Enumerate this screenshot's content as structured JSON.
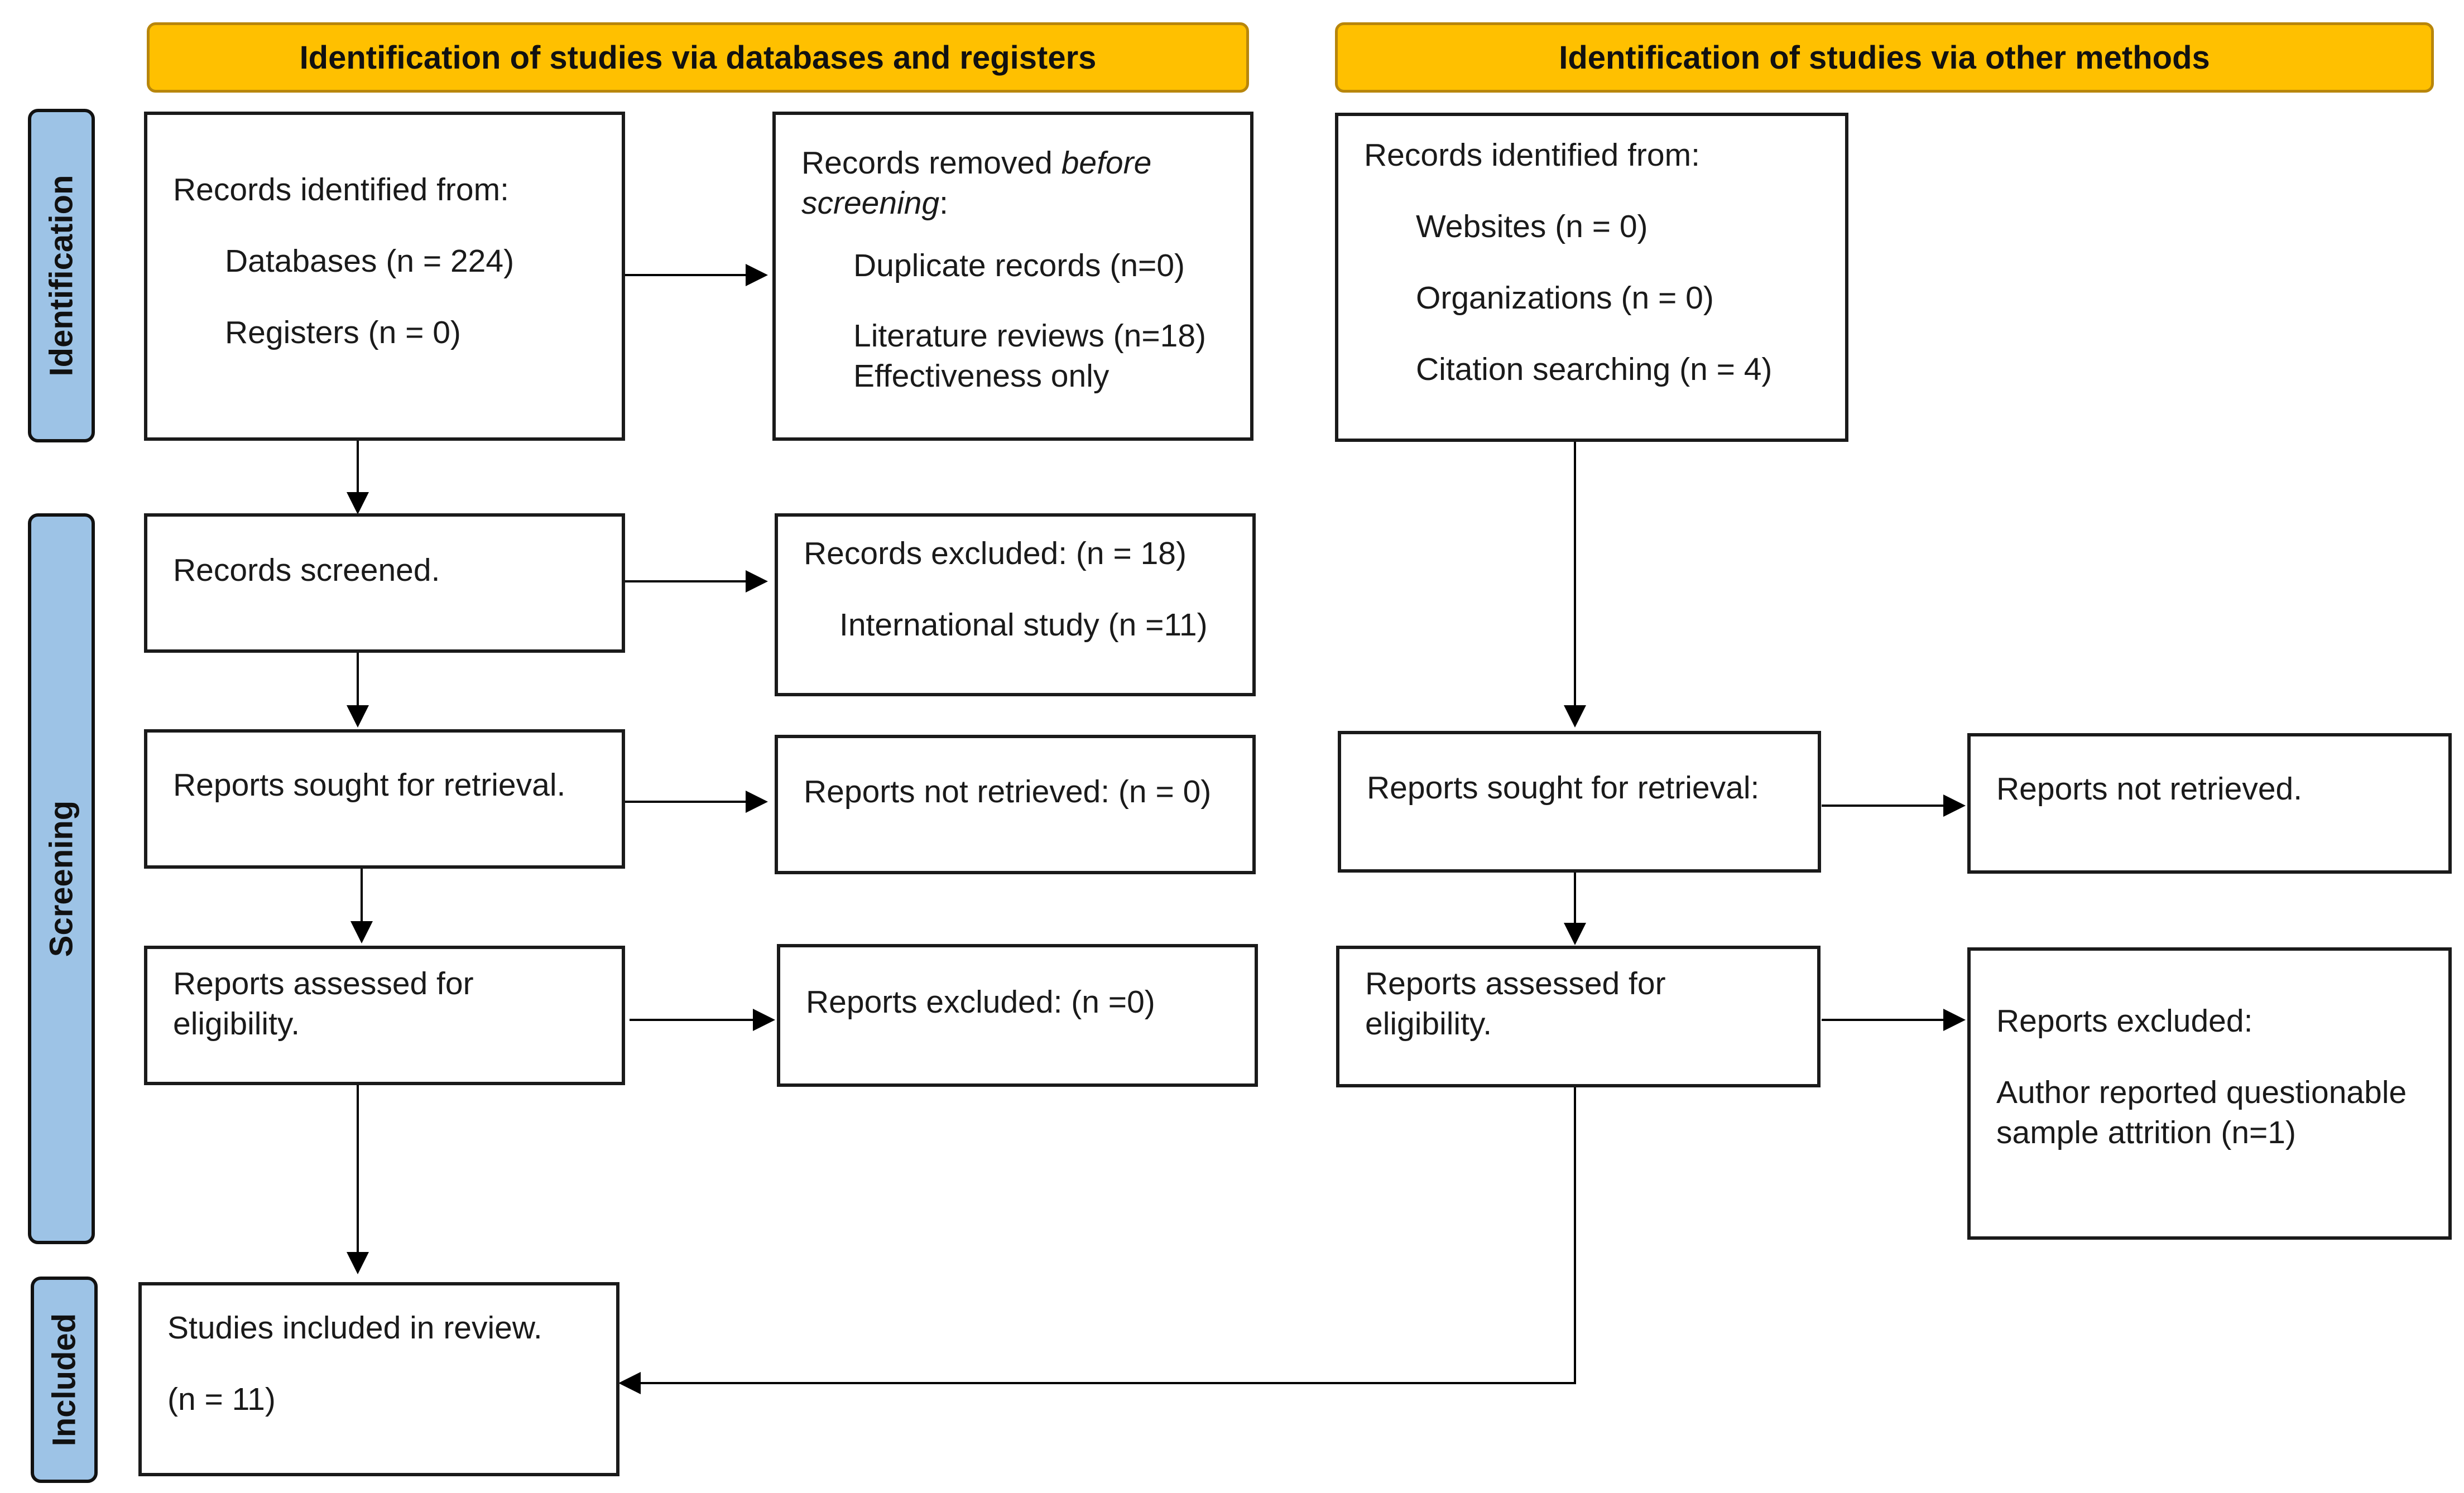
{
  "headers": {
    "left": "Identification of studies via databases and registers",
    "right": "Identification of studies via other methods"
  },
  "phases": {
    "identification": "Identification",
    "screening": "Screening",
    "included": "Included"
  },
  "db": {
    "records_identified": {
      "title": "Records identified from:",
      "databases": "Databases (n = 224)",
      "registers": "Registers (n = 0)"
    },
    "records_removed": {
      "title_prefix": "Records removed ",
      "title_before": "before",
      "title_screening": "screening",
      "title_colon": ":",
      "duplicates": "Duplicate records (n=0)",
      "lit_reviews": "Literature reviews (n=18)",
      "effectiveness": "Effectiveness only"
    },
    "records_screened": "Records screened.",
    "records_excluded": {
      "title": "Records excluded: (n = 18)",
      "international": "International study (n =11)"
    },
    "reports_sought": "Reports sought for retrieval.",
    "reports_not_retrieved": "Reports not retrieved: (n = 0)",
    "reports_assessed_line1": "Reports assessed for",
    "reports_assessed_line2": "eligibility.",
    "reports_excluded": "Reports excluded: (n =0)",
    "studies_included": {
      "title": "Studies included in review.",
      "count": "(n = 11)"
    }
  },
  "other": {
    "records_identified": {
      "title": "Records identified from:",
      "websites": "Websites (n = 0)",
      "organizations": "Organizations (n = 0)",
      "citation": "Citation searching (n = 4)"
    },
    "reports_sought": "Reports sought for retrieval:",
    "reports_not_retrieved": "Reports not retrieved.",
    "reports_assessed_line1": "Reports assessed for",
    "reports_assessed_line2": "eligibility.",
    "reports_excluded": {
      "title": "Reports excluded:",
      "reason_line1": "Author reported questionable",
      "reason_line2": "sample attrition (n=1)"
    }
  }
}
